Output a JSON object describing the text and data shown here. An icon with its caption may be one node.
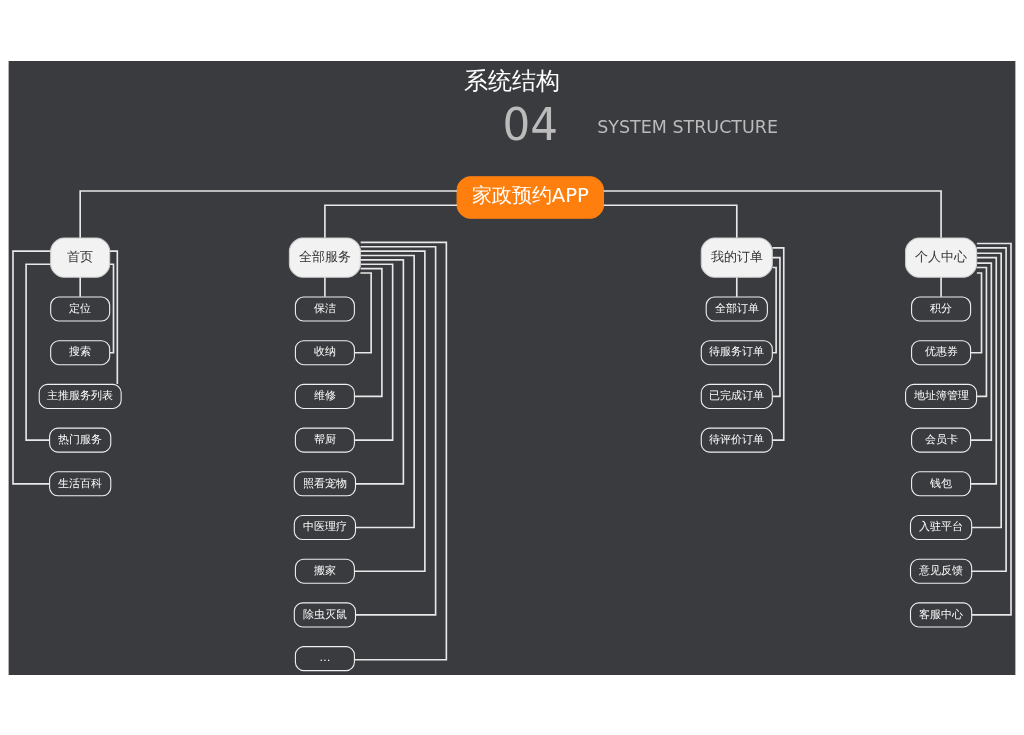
{
  "diagram": {
    "title": "系统结构",
    "nodes": [
      {
        "text": [
          "家政预约APP"
        ]
      },
      {
        "text": [
          "首页"
        ]
      },
      {
        "text": [
          "全部服务"
        ]
      },
      {
        "text": [
          "我的订单"
        ]
      },
      {
        "text": [
          "个人中心"
        ]
      },
      {
        "text": [
          "定位"
        ]
      },
      {
        "text": [
          "搜索"
        ]
      },
      {
        "text": [
          "主推服务列表"
        ]
      },
      {
        "text": [
          "热门服务"
        ]
      },
      {
        "text": [
          "生活百科"
        ]
      },
      {
        "text": [
          "保洁"
        ]
      },
      {
        "text": [
          "收纳"
        ]
      },
      {
        "text": [
          "维修"
        ]
      },
      {
        "text": [
          "帮厨"
        ]
      },
      {
        "text": [
          "照看宠物"
        ]
      },
      {
        "text": [
          "中医理疗"
        ]
      },
      {
        "text": [
          "搬家"
        ]
      },
      {
        "text": [
          "除虫灭鼠"
        ]
      },
      {
        "text": [
          "…"
        ]
      },
      {
        "text": [
          "全部订单"
        ]
      },
      {
        "text": [
          "待服务订单"
        ]
      },
      {
        "text": [
          "已完成订单"
        ]
      },
      {
        "text": [
          "待评价订单"
        ]
      },
      {
        "text": [
          "积分"
        ]
      },
      {
        "text": [
          "优惠券"
        ]
      },
      {
        "text": [
          "地址簿管理"
        ]
      },
      {
        "text": [
          "会员卡"
        ]
      },
      {
        "text": [
          "钱包"
        ]
      },
      {
        "text": [
          "入驻平台"
        ]
      },
      {
        "text": [
          "意见反馈"
        ]
      },
      {
        "text": [
          "客服中心"
        ]
      }
    ],
    "edges": [
      {
        "from": 0,
        "to": 1,
        "arrow": "none"
      },
      {
        "from": 0,
        "to": 2,
        "arrow": "none"
      },
      {
        "from": 0,
        "to": 3,
        "arrow": "none"
      },
      {
        "from": 0,
        "to": 4,
        "arrow": "none"
      },
      {
        "from": 1,
        "to": 5,
        "arrow": "none"
      },
      {
        "from": 1,
        "to": 6,
        "arrow": "none"
      },
      {
        "from": 1,
        "to": 7,
        "arrow": "none"
      },
      {
        "from": 1,
        "to": 8,
        "arrow": "none"
      },
      {
        "from": 1,
        "to": 9,
        "arrow": "none"
      },
      {
        "from": 2,
        "to": 10,
        "arrow": "none"
      },
      {
        "from": 2,
        "to": 11,
        "arrow": "none"
      },
      {
        "from": 2,
        "to": 12,
        "arrow": "none"
      },
      {
        "from": 2,
        "to": 13,
        "arrow": "none"
      },
      {
        "from": 2,
        "to": 14,
        "arrow": "none"
      },
      {
        "from": 2,
        "to": 15,
        "arrow": "none"
      },
      {
        "from": 2,
        "to": 16,
        "arrow": "none"
      },
      {
        "from": 2,
        "to": 17,
        "arrow": "none"
      },
      {
        "from": 2,
        "to": 18,
        "arrow": "none"
      },
      {
        "from": 3,
        "to": 19,
        "arrow": "none"
      },
      {
        "from": 3,
        "to": 20,
        "arrow": "none"
      },
      {
        "from": 3,
        "to": 21,
        "arrow": "none"
      },
      {
        "from": 3,
        "to": 22,
        "arrow": "none"
      },
      {
        "from": 4,
        "to": 23,
        "arrow": "none"
      },
      {
        "from": 4,
        "to": 24,
        "arrow": "none"
      },
      {
        "from": 4,
        "to": 25,
        "arrow": "none"
      },
      {
        "from": 4,
        "to": 26,
        "arrow": "none"
      },
      {
        "from": 4,
        "to": 27,
        "arrow": "none"
      },
      {
        "from": 4,
        "to": 28,
        "arrow": "none"
      },
      {
        "from": 4,
        "to": 29,
        "arrow": "none"
      },
      {
        "from": 4,
        "to": 30,
        "arrow": "none"
      }
    ],
    "labels": [
      "04",
      "SYSTEM STRUCTURE"
    ]
  }
}
